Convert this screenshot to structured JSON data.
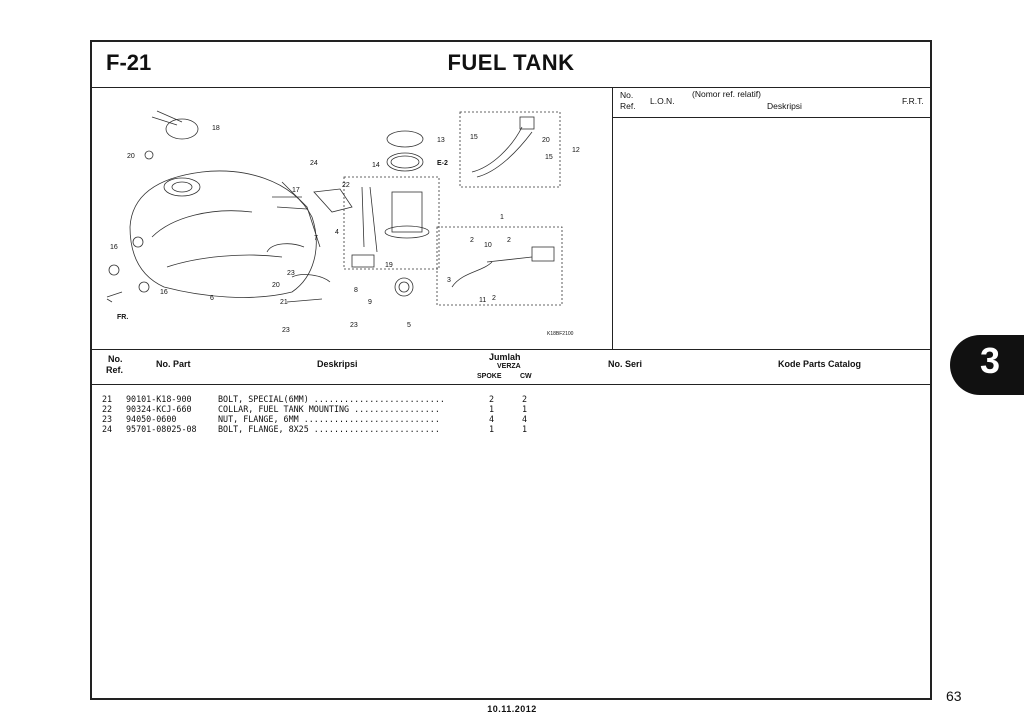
{
  "header": {
    "code": "F-21",
    "title": "FUEL TANK"
  },
  "ref_panel": {
    "no": "No.",
    "ref": "Ref.",
    "lon": "L.O.N.",
    "nomor": "(Nomor ref. relatif)",
    "deskripsi": "Deskripsi",
    "frt": "F.R.T."
  },
  "diagram": {
    "callouts": [
      "18",
      "20",
      "24",
      "22",
      "17",
      "13",
      "14",
      "E-2",
      "15",
      "20",
      "12",
      "15",
      "1",
      "16",
      "7",
      "4",
      "2",
      "10",
      "2",
      "23",
      "20",
      "19",
      "3",
      "11",
      "2",
      "16",
      "6",
      "8",
      "21",
      "9",
      "23",
      "23",
      "5",
      "FR."
    ],
    "ref_code": "K18BF2100"
  },
  "table": {
    "columns": {
      "no_ref_1": "No.",
      "no_ref_2": "Ref.",
      "no_part": "No. Part",
      "deskripsi": "Deskripsi",
      "jumlah": "Jumlah",
      "verza": "VERZA",
      "spoke": "SPOKE",
      "cw": "CW",
      "no_seri": "No. Seri",
      "kode": "Kode Parts Catalog"
    },
    "rows": [
      {
        "ref": "21",
        "part": "90101-K18-900",
        "desc": "BOLT, SPECIAL(6MM) ..........................",
        "spoke": "2",
        "cw": "2"
      },
      {
        "ref": "22",
        "part": "90324-KCJ-660",
        "desc": "COLLAR, FUEL TANK MOUNTING .................",
        "spoke": "1",
        "cw": "1"
      },
      {
        "ref": "23",
        "part": "94050-0600",
        "desc": "NUT, FLANGE, 6MM ...........................",
        "spoke": "4",
        "cw": "4"
      },
      {
        "ref": "24",
        "part": "95701-08025-08",
        "desc": "BOLT, FLANGE, 8X25 .........................",
        "spoke": "1",
        "cw": "1"
      }
    ]
  },
  "section_tab": "3",
  "page_number": "63",
  "date": "10.11.2012"
}
